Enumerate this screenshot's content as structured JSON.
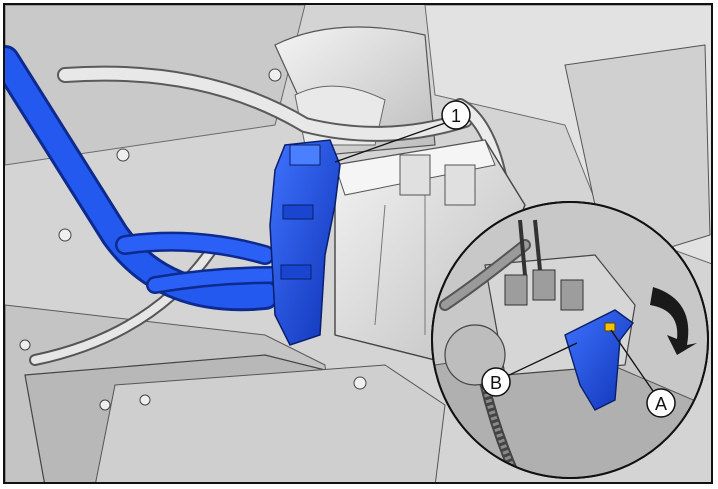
{
  "callouts": {
    "one": "1",
    "a": "A",
    "b": "B"
  },
  "colors": {
    "harness_blue": "#1f4fd6",
    "harness_dark": "#0d2a8f",
    "background": "#d9d9d9",
    "metal_light": "#efefef",
    "metal_dark": "#8c8c8c",
    "highlight_yellow": "#f2c200"
  },
  "icons": {
    "rotate_arrow": "curved-arrow-clockwise-icon"
  }
}
